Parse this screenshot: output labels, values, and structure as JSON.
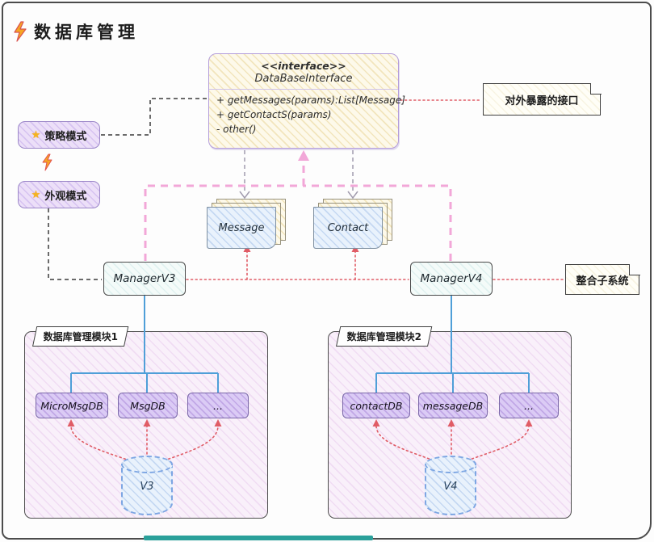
{
  "title": {
    "text": "数据库管理"
  },
  "interface": {
    "stereotype": "<<interface>>",
    "name": "DataBaseInterface",
    "methods": [
      "+ getMessages(params):List[Message]",
      "+ getContactS(params)",
      "- other()"
    ]
  },
  "patterns": {
    "strategy": "策略模式",
    "facade": "外观模式"
  },
  "docs": {
    "message": "Message",
    "contact": "Contact"
  },
  "managers": {
    "v3": "ManagerV3",
    "v4": "ManagerV4"
  },
  "notes": {
    "api": "对外暴露的接口",
    "integration": "整合子系统"
  },
  "module1": {
    "label": "数据库管理模块1",
    "dbs": [
      "MicroMsgDB",
      "MsgDB",
      "..."
    ],
    "db_version": "V3"
  },
  "module2": {
    "label": "数据库管理模块2",
    "dbs": [
      "contactDB",
      "messageDB",
      "..."
    ],
    "db_version": "V4"
  },
  "icons": {
    "star": "★",
    "lightning": "⚡"
  },
  "colors": {
    "pink_link": "#f2a7d8",
    "red_link": "#e05c66",
    "blue_link": "#4f9fd8",
    "teal_bar": "#2aa09a",
    "bolt_orange": "#f6a623",
    "interface_border": "#b49ddb"
  }
}
